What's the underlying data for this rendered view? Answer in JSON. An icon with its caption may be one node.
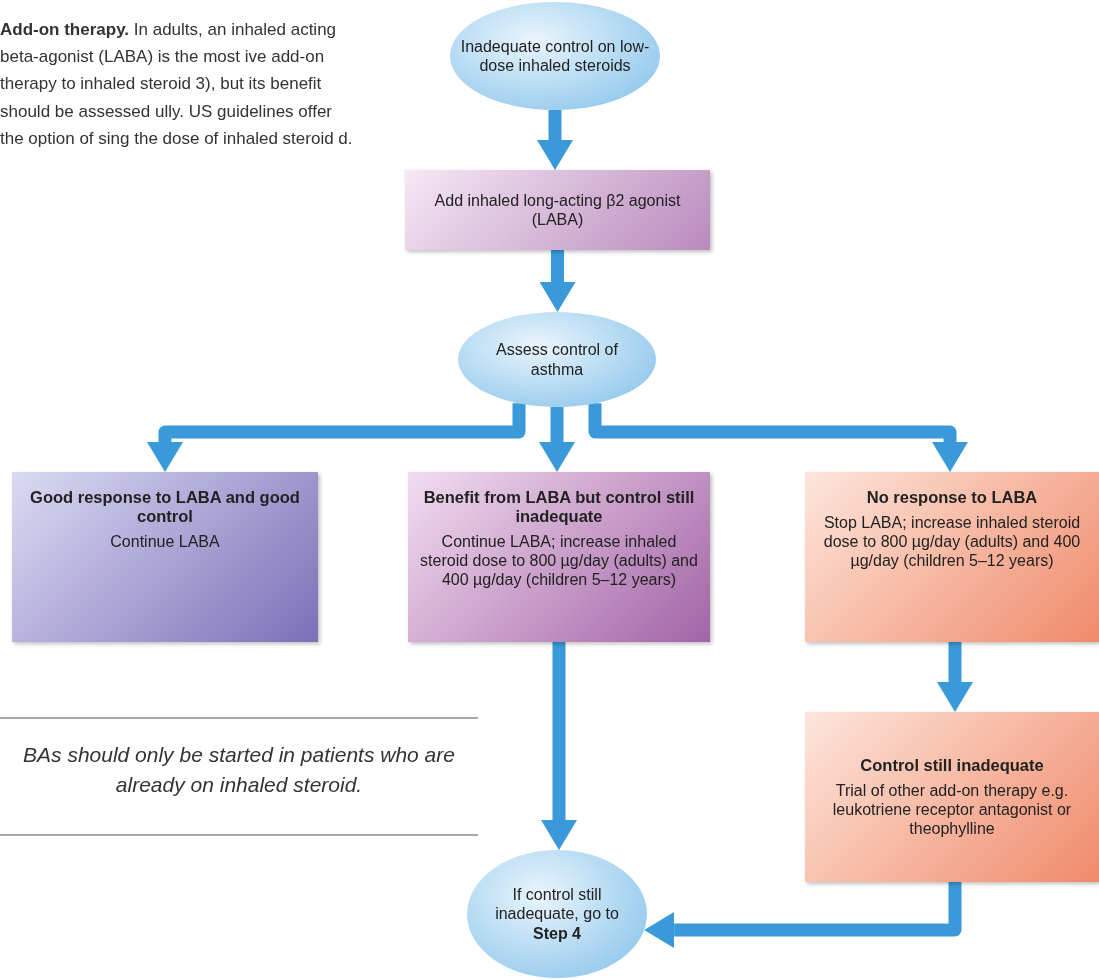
{
  "diagram": {
    "nodes": [
      {
        "text": [
          "Inadequate control on low-dose inhaled steroids"
        ]
      },
      {
        "text": [
          "Add inhaled long-acting β2 agonist (LABA)"
        ]
      },
      {
        "text": [
          "Assess control of asthma"
        ]
      },
      {
        "text": [
          "Good response to LABA and good control",
          "Continue LABA"
        ]
      },
      {
        "text": [
          "Benefit from LABA but control still inadequate",
          "Continue LABA; increase inhaled steroid dose to 800 µg/day (adults) and 400 µg/day (children 5–12 years)"
        ]
      },
      {
        "text": [
          "No response to LABA",
          "Stop LABA; increase inhaled steroid dose to 800 µg/day (adults) and 400 µg/day (children 5–12 years)"
        ]
      },
      {
        "text": [
          "Control still inadequate",
          "Trial of other add-on therapy e.g. leukotriene receptor antagonist or theophylline"
        ]
      },
      {
        "text": [
          "If control still inadequate, go to **Step 4**"
        ]
      }
    ],
    "edges": [
      {
        "from": 0,
        "to": 1,
        "arrow": "to"
      },
      {
        "from": 1,
        "to": 2,
        "arrow": "to"
      },
      {
        "from": 2,
        "to": 3,
        "arrow": "to"
      },
      {
        "from": 2,
        "to": 4,
        "arrow": "to"
      },
      {
        "from": 2,
        "to": 5,
        "arrow": "to"
      },
      {
        "from": 4,
        "to": 7,
        "arrow": "to"
      },
      {
        "from": 5,
        "to": 6,
        "arrow": "to"
      },
      {
        "from": 6,
        "to": 7,
        "arrow": "to"
      }
    ],
    "labels": [
      "**Add-on therapy.** In adults, an inhaled acting beta-agonist (LABA) is the most ive add-on therapy to inhaled steroid 3), but its benefit should be assessed ully. US guidelines offer the option of sing the dose of inhaled steroid d.",
      "BAs should only be started in patients who are already on inhaled steroid."
    ]
  }
}
